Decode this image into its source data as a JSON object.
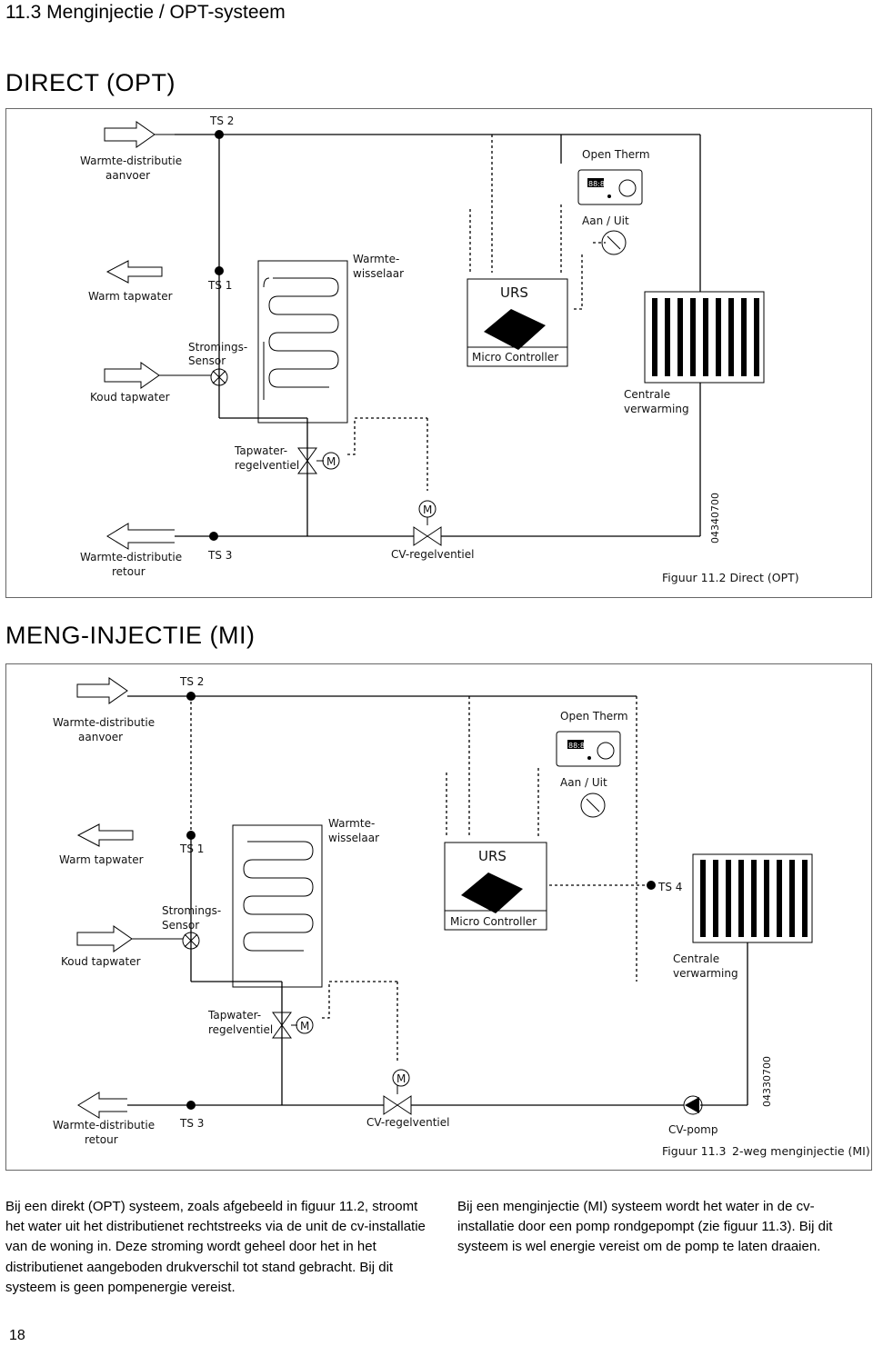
{
  "page_title": "11.3 Menginjectie / OPT-systeem",
  "section_direct": {
    "heading": "DIRECT (OPT)"
  },
  "section_mi": {
    "heading": "MENG-INJECTIE (MI)"
  },
  "labels": {
    "ts2": "TS 2",
    "ts1": "TS 1",
    "ts3": "TS 3",
    "ts4": "TS 4",
    "supply_l1": "Warmte-distributie",
    "supply_l2": "aanvoer",
    "return_l1": "Warmte-distributie",
    "return_l2": "retour",
    "hot_tapwater": "Warm tapwater",
    "cold_tapwater": "Koud tapwater",
    "hx_l1": "Warmte-",
    "hx_l2": "wisselaar",
    "flow_l1": "Stromings-",
    "flow_l2": "Sensor",
    "tapvalve_l1": "Tapwater-",
    "tapvalve_l2": "regelventiel",
    "cv_valve": "CV-regelventiel",
    "open_therm": "Open Therm",
    "onoff": "Aan / Uit",
    "urs": "URS",
    "micro": "Micro Controller",
    "central_l1": "Centrale",
    "central_l2": "verwarming",
    "motor": "M",
    "cv_pump": "CV-pomp",
    "code_direct": "04340700",
    "code_mi": "04330700",
    "thermostat_display": "88:8"
  },
  "captions": {
    "direct": "Figuur 11.2 Direct (OPT)",
    "mi_num": "Figuur 11.3",
    "mi_text": "2-weg menginjectie (MI)"
  },
  "body": {
    "left": "Bij een direkt (OPT) systeem, zoals afgebeeld in figuur 11.2, stroomt het water uit het distributienet rechtstreeks via de unit de cv-installatie van de woning in. Deze stroming wordt geheel door het in het distributienet aangeboden drukverschil tot stand gebracht. Bij dit systeem is geen pompenergie vereist.",
    "right": "Bij een menginjectie (MI) systeem wordt het water in de cv-installatie door een pomp rondgepompt (zie figuur 11.3). Bij dit systeem is wel energie vereist om de pomp te laten draaien."
  },
  "page_number": "18"
}
